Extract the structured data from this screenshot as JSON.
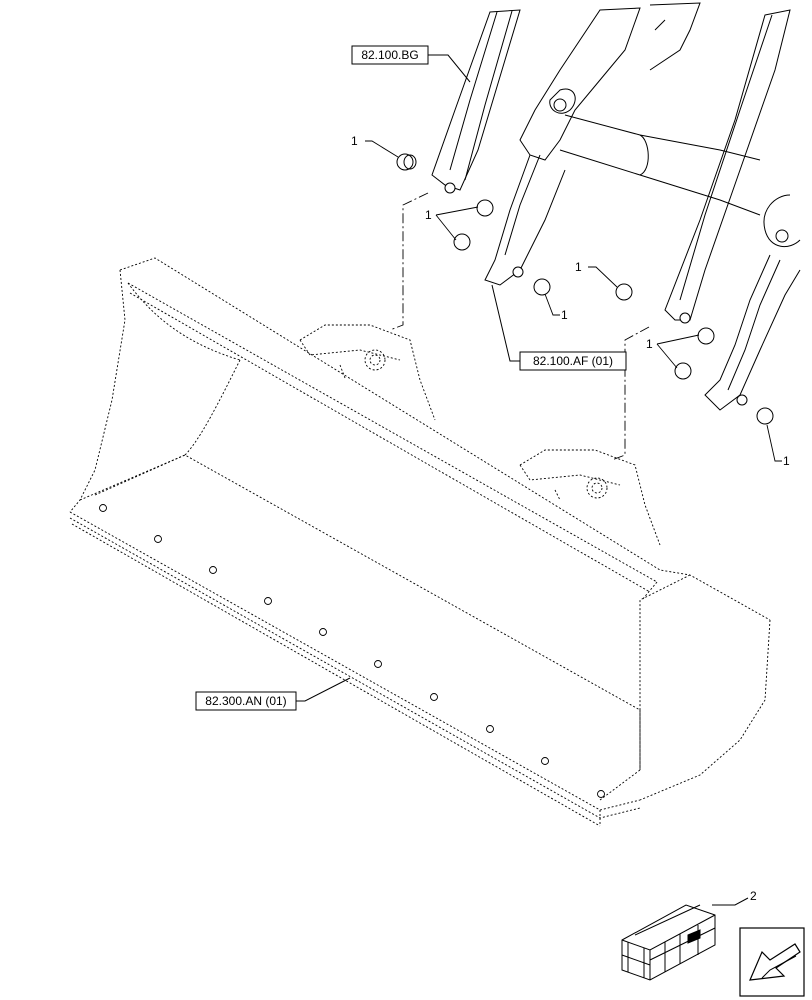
{
  "references": {
    "bg": "82.100.BG",
    "af": "82.100.AF (01)",
    "an": "82.300.AN (01)"
  },
  "callouts": {
    "bushing": "1",
    "kit": "2"
  }
}
